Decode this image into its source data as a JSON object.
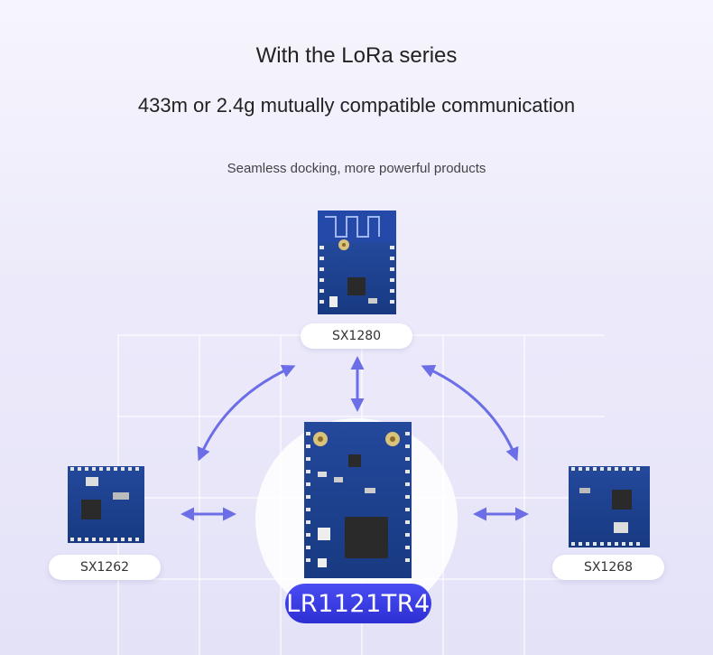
{
  "heading": {
    "title": "With the LoRa series",
    "subtitle": "433m or 2.4g mutually compatible communication",
    "tagline": "Seamless docking, more powerful products"
  },
  "modules": {
    "top": {
      "label": "SX1280"
    },
    "left": {
      "label": "SX1262"
    },
    "right": {
      "label": "SX1268"
    },
    "center": {
      "label": "LR1121TR4"
    }
  },
  "colors": {
    "accent": "#4a4df2",
    "arrow": "#6b6ee6",
    "pcb_blue": "#1d3f8c"
  }
}
